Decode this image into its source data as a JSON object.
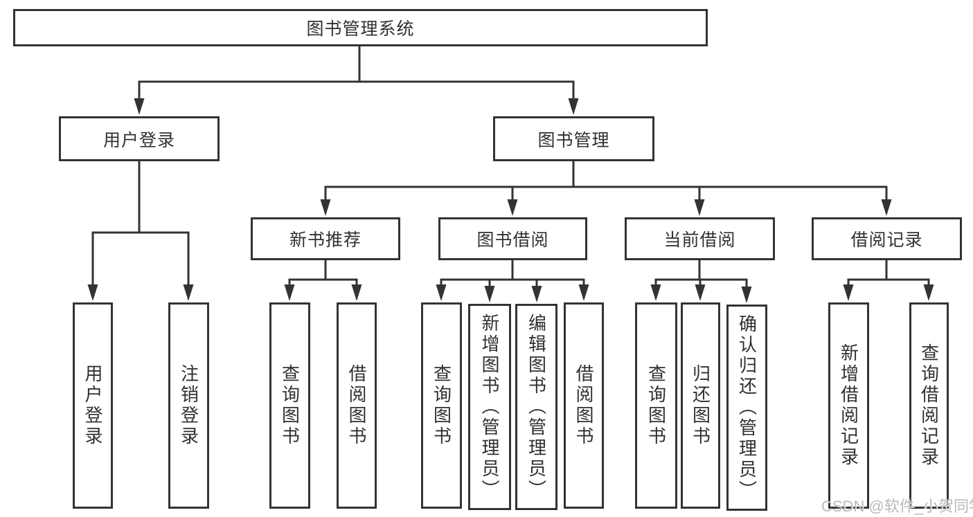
{
  "tree": {
    "label": "图书管理系统",
    "children": [
      {
        "label": "用户登录",
        "children": [
          {
            "label": "用户登录"
          },
          {
            "label": "注销登录"
          }
        ]
      },
      {
        "label": "图书管理",
        "children": [
          {
            "label": "新书推荐",
            "children": [
              {
                "label": "查询图书"
              },
              {
                "label": "借阅图书"
              }
            ]
          },
          {
            "label": "图书借阅",
            "children": [
              {
                "label": "查询图书"
              },
              {
                "label": "新增图书（管理员）"
              },
              {
                "label": "编辑图书（管理员）"
              },
              {
                "label": "借阅图书"
              }
            ]
          },
          {
            "label": "当前借阅",
            "children": [
              {
                "label": "查询图书"
              },
              {
                "label": "归还图书"
              },
              {
                "label": "确认归还（管理员）"
              }
            ]
          },
          {
            "label": "借阅记录",
            "children": [
              {
                "label": "新增借阅记录"
              },
              {
                "label": "查询借阅记录"
              }
            ]
          }
        ]
      }
    ]
  },
  "watermark": {
    "text": "CSDN @软件_小贺同学"
  },
  "colors": {
    "line_color": "#333333",
    "box_border_color": "#333333",
    "text_color": "#303030",
    "watermark_color": "#b9b9b9",
    "background_color": "#ffffff"
  }
}
